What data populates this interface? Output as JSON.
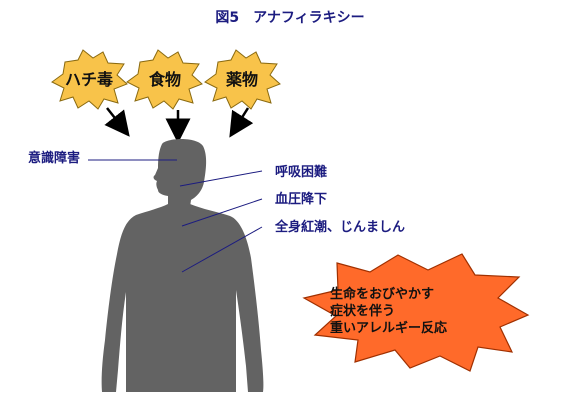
{
  "title": "図5　アナフィラキシー",
  "causes": [
    "ハチ毒",
    "食物",
    "薬物"
  ],
  "symptoms": {
    "consciousness": "意識障害",
    "breathing": "呼吸困難",
    "blood_pressure": "血圧降下",
    "skin": "全身紅潮、じんましん"
  },
  "warning": {
    "lines": [
      "生命をおびやかす",
      "症状を伴う",
      "重いアレルギー反応"
    ]
  },
  "colors": {
    "text": "#1c1c80",
    "badge_fill": "#f8c34a",
    "warning_fill": "#ff6a2a",
    "figure": "#636363"
  }
}
